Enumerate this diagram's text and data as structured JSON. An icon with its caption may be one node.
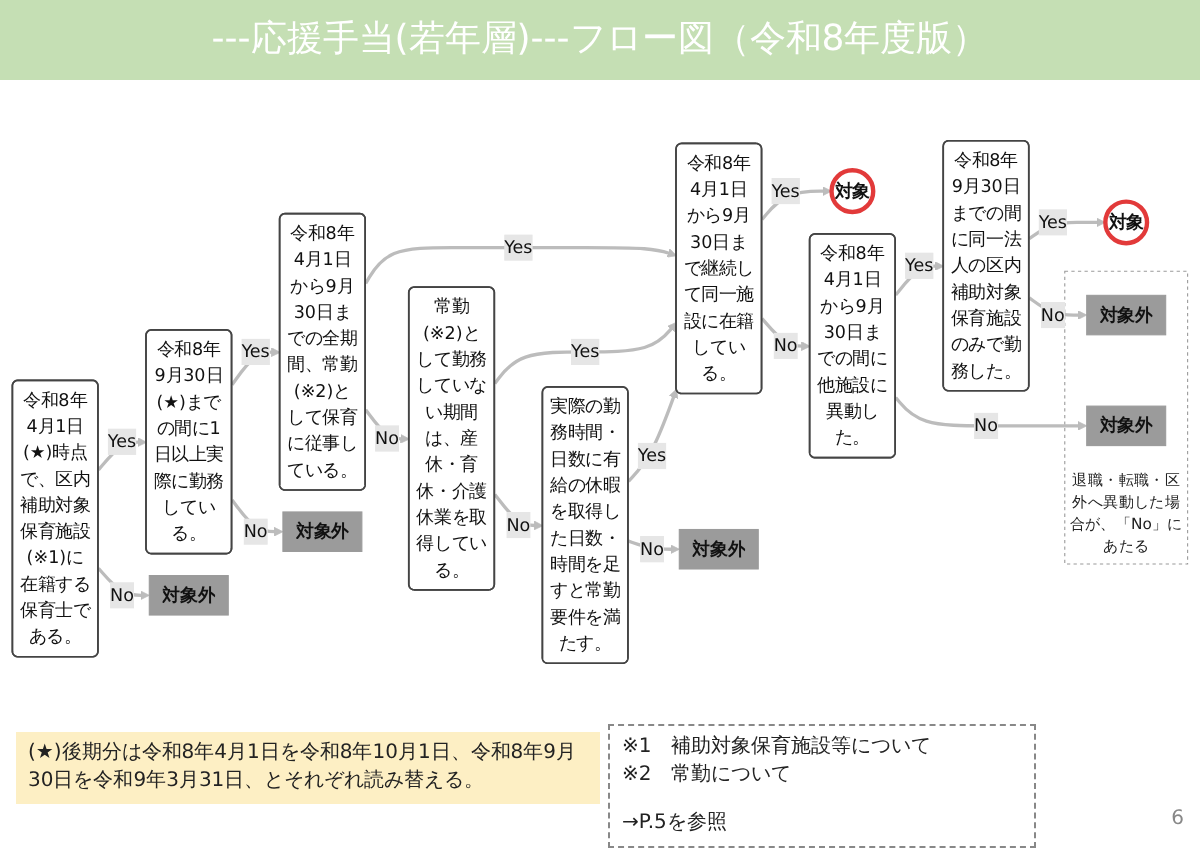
{
  "diagram": {
    "title": "---応援手当(若年層)---フロー図（令和8年度版）",
    "nodes": [
      {
        "text": [
          "令和8年4月1日(★)時点で、区内補助対象保育施設(※1)に在籍する保育士である。"
        ]
      },
      {
        "text": [
          "令和8年9月30日(★)までの間に1日以上実際に勤務している。"
        ]
      },
      {
        "text": [
          "令和8年4月1日から9月30日までの全期間、常勤(※2)として保育に従事している。"
        ]
      },
      {
        "text": [
          "令和8年4月1日から9月30日まで継続して同一施設に在籍している。"
        ]
      },
      {
        "text": [
          "対象外"
        ]
      },
      {
        "text": [
          "対象外"
        ]
      },
      {
        "text": [
          "常勤(※2)として勤務していない期間は、産休・育休・介護休業を取得している。"
        ]
      },
      {
        "text": [
          "対象"
        ]
      },
      {
        "text": [
          "対象外"
        ]
      },
      {
        "text": [
          "実際の勤務時間・日数に有給の休暇を取得した日数・時間を足すと常勤要件を満たす。"
        ]
      },
      {
        "text": [
          "対象"
        ]
      },
      {
        "text": [
          "令和8年9月30日までの間に同一法人の区内補助対象保育施設のみで勤務した。"
        ]
      },
      {
        "text": [
          "令和8年4月1日から9月30日までの間に他施設に異動した。"
        ]
      },
      {
        "text": [
          "退職・転職・区外へ異動した場合が、「No」にあたる"
        ]
      },
      {
        "text": [
          "対象外"
        ],
        "in": 13
      },
      {
        "text": [
          "対象外"
        ],
        "in": 13
      }
    ],
    "edges": [
      {
        "from": 0,
        "to": 1,
        "arrow": "to",
        "label": "Yes"
      },
      {
        "from": 1,
        "to": 2,
        "arrow": "to",
        "label": "Yes"
      },
      {
        "from": 2,
        "to": 3,
        "arrow": "to",
        "label": "Yes"
      },
      {
        "from": 0,
        "to": 4,
        "arrow": "to",
        "label": "No"
      },
      {
        "from": 1,
        "to": 5,
        "arrow": "to",
        "label": "No"
      },
      {
        "from": 2,
        "to": 6,
        "arrow": "to",
        "label": "No"
      },
      {
        "from": 6,
        "to": 3,
        "arrow": "to",
        "label": "Yes"
      },
      {
        "from": 3,
        "to": 7,
        "arrow": "to",
        "label": "Yes"
      },
      {
        "from": 3,
        "to": 12,
        "arrow": "to",
        "label": "No"
      },
      {
        "from": 6,
        "to": 9,
        "arrow": "to",
        "label": "No"
      },
      {
        "from": 9,
        "to": 3,
        "arrow": "to",
        "label": "Yes"
      },
      {
        "from": 9,
        "to": 8,
        "arrow": "to",
        "label": "No"
      },
      {
        "from": 12,
        "to": 11,
        "arrow": "to",
        "label": "Yes"
      },
      {
        "from": 11,
        "to": 10,
        "arrow": "to",
        "label": "Yes"
      },
      {
        "from": 11,
        "to": 14,
        "arrow": "to",
        "label": "No"
      },
      {
        "from": 12,
        "to": 15,
        "arrow": "to",
        "label": "No"
      }
    ],
    "labels": [
      "(★)後期分は令和8年4月1日を令和8年10月1日、令和8年9月30日を令和9年3月31日、とそれぞれ読み替える。",
      "※1　補助対象保育施設等について",
      "※2　常勤について",
      "→P.5を参照",
      "6"
    ]
  }
}
